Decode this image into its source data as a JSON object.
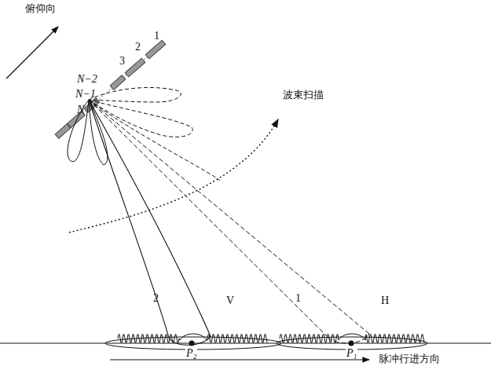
{
  "diagram": {
    "labels": [
      "俯仰向",
      "1",
      "2",
      "3",
      "N−2",
      "N−1",
      "N",
      "波束扫描",
      "2",
      "1",
      "V",
      "H",
      "P₂",
      "P₁",
      "脉冲行进方向"
    ]
  }
}
